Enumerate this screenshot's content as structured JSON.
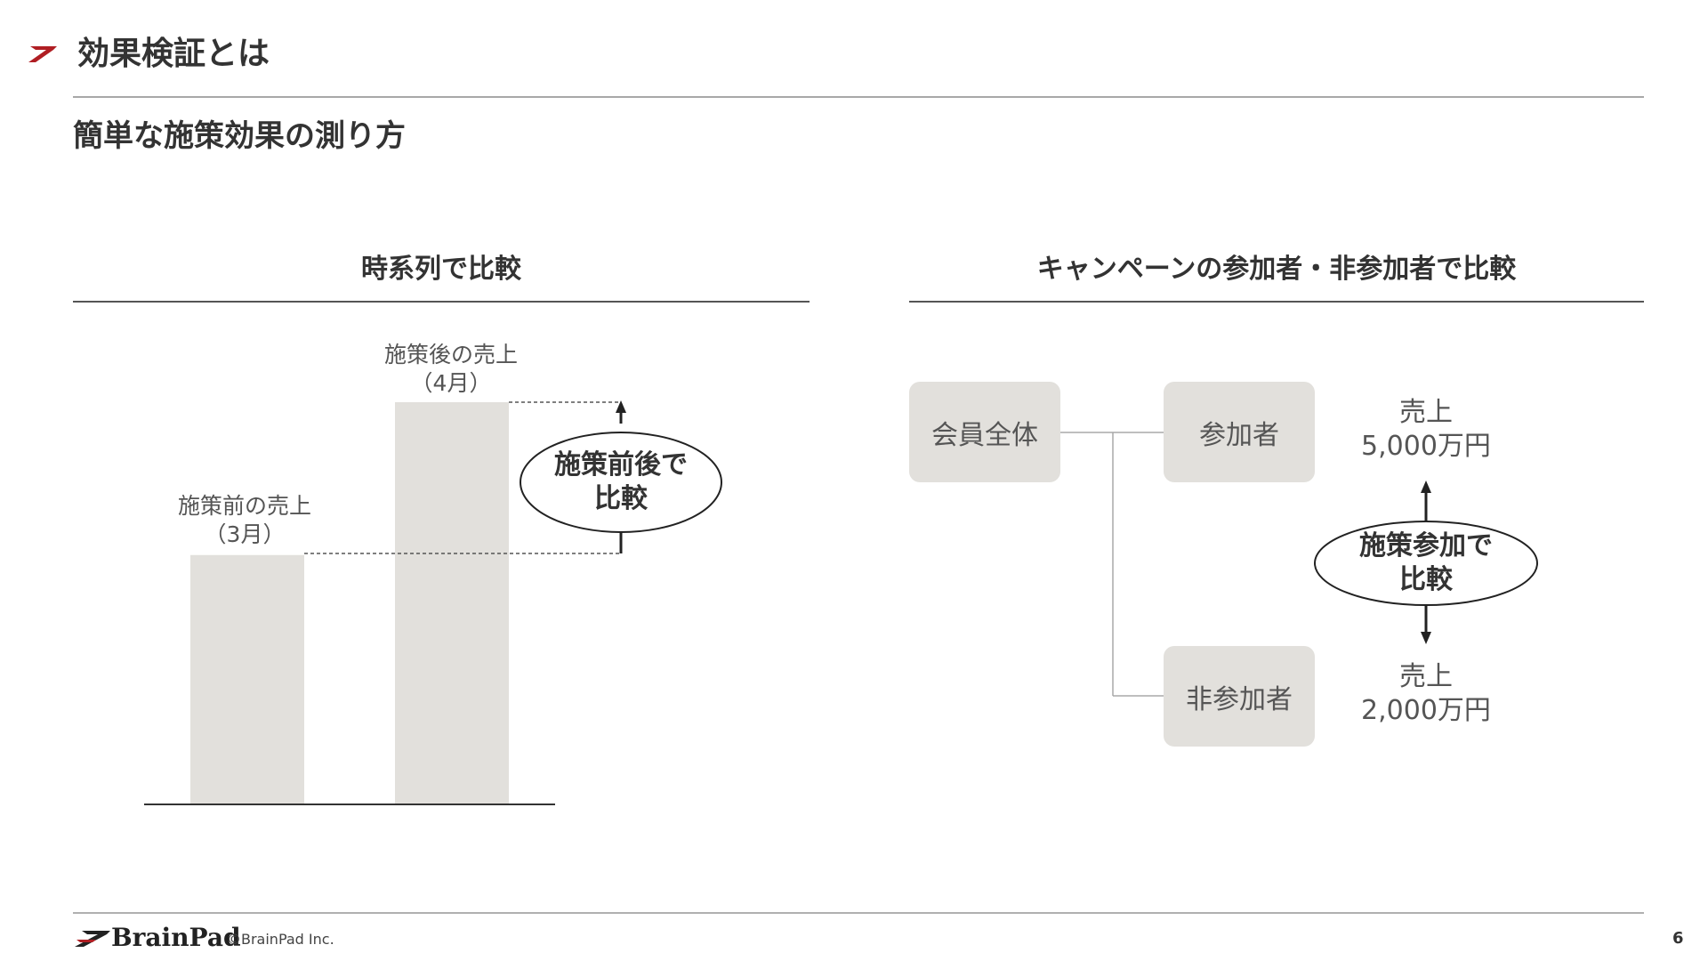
{
  "header": {
    "title": "効果検証とは",
    "subtitle": "簡単な施策効果の測り方"
  },
  "left_section": {
    "title": "時系列で比較",
    "before_label": "施策前の売上\n（3月）",
    "after_label": "施策後の売上\n（4月）",
    "compare_label": "施策前後で\n比較"
  },
  "chart_data": {
    "type": "bar",
    "categories": [
      "施策前の売上（3月）",
      "施策後の売上（4月）"
    ],
    "values": [
      0.62,
      1.0
    ],
    "title": "時系列で比較",
    "xlabel": "",
    "ylabel": "",
    "ylim": [
      0,
      1
    ],
    "grid": false,
    "colors": {
      "bar": "#e2e0dc",
      "axis": "#333333"
    }
  },
  "right_section": {
    "title": "キャンペーンの参加者・非参加者で比較",
    "all_members": "会員全体",
    "participants": "参加者",
    "non_participants": "非参加者",
    "participants_sales": "売上\n5,000万円",
    "non_participants_sales": "売上\n2,000万円",
    "compare_label": "施策参加で\n比較"
  },
  "footer": {
    "logo_text": "BrainPad",
    "copyright": "©BrainPad Inc.",
    "page_number": "6"
  },
  "colors": {
    "accent_red": "#b01e23",
    "box_fill": "#e2e0dc",
    "text": "#333333"
  },
  "icons": {
    "header_logo": "brainpad-slash-logo-icon",
    "footer_logo": "brainpad-logo-icon"
  }
}
